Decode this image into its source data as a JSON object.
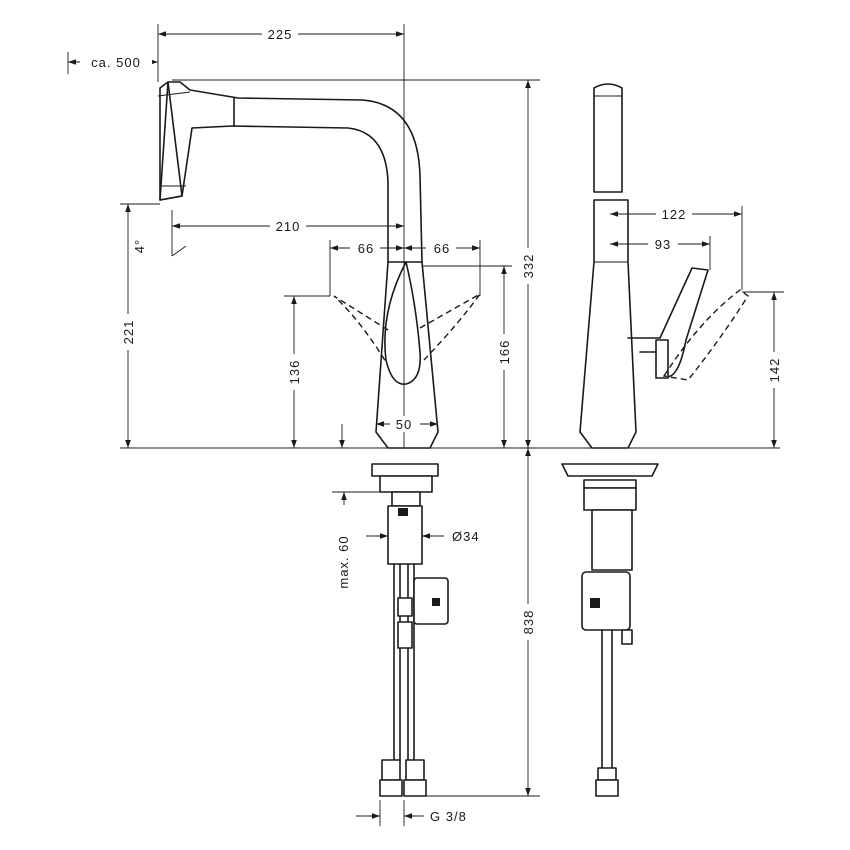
{
  "dimensions": {
    "d225": "225",
    "ca500": "ca. 500",
    "d210": "210",
    "angle": "4°",
    "d66_left": "66",
    "d66_right": "66",
    "d332": "332",
    "d221": "221",
    "d136": "136",
    "d166": "166",
    "d50": "50",
    "max60": "max. 60",
    "dia34": "Ø34",
    "d838": "838",
    "g38": "G 3/8",
    "d122": "122",
    "d93": "93",
    "d142": "142"
  }
}
